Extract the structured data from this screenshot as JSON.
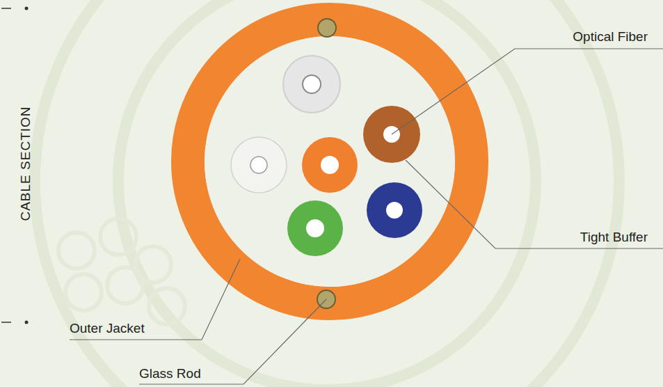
{
  "diagram": {
    "labels": [
      "CABLE SECTION",
      "Optical Fiber",
      "Tight Buffer",
      "Outer Jacket",
      "Glass Rod"
    ]
  }
}
